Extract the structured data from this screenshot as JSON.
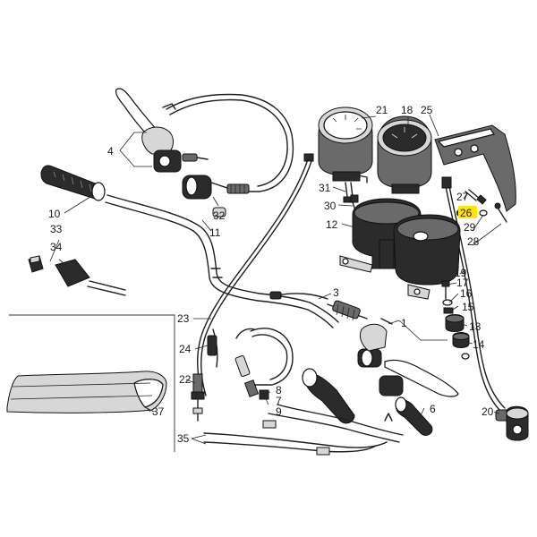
{
  "diagram": {
    "highlight_color": "#ffe600",
    "highlighted_label": "26",
    "callouts": [
      {
        "id": "c1",
        "label": "1"
      },
      {
        "id": "c3",
        "label": "3"
      },
      {
        "id": "c4",
        "label": "4"
      },
      {
        "id": "c6",
        "label": "6"
      },
      {
        "id": "c7",
        "label": "7"
      },
      {
        "id": "c8",
        "label": "8"
      },
      {
        "id": "c9",
        "label": "9"
      },
      {
        "id": "c10",
        "label": "10"
      },
      {
        "id": "c11",
        "label": "11"
      },
      {
        "id": "c12",
        "label": "12"
      },
      {
        "id": "c13",
        "label": "13"
      },
      {
        "id": "c14",
        "label": "14"
      },
      {
        "id": "c15",
        "label": "15"
      },
      {
        "id": "c16",
        "label": "16"
      },
      {
        "id": "c17",
        "label": "17"
      },
      {
        "id": "c18",
        "label": "18"
      },
      {
        "id": "c19",
        "label": "19"
      },
      {
        "id": "c20",
        "label": "20"
      },
      {
        "id": "c21",
        "label": "21"
      },
      {
        "id": "c22",
        "label": "22"
      },
      {
        "id": "c23",
        "label": "23"
      },
      {
        "id": "c24",
        "label": "24"
      },
      {
        "id": "c25",
        "label": "25"
      },
      {
        "id": "c26",
        "label": "26"
      },
      {
        "id": "c27",
        "label": "27"
      },
      {
        "id": "c28",
        "label": "28"
      },
      {
        "id": "c29",
        "label": "29"
      },
      {
        "id": "c30",
        "label": "30"
      },
      {
        "id": "c31",
        "label": "31"
      },
      {
        "id": "c32",
        "label": "32"
      },
      {
        "id": "c33",
        "label": "33"
      },
      {
        "id": "c34",
        "label": "34"
      },
      {
        "id": "c35",
        "label": "35"
      },
      {
        "id": "c37",
        "label": "37"
      }
    ]
  }
}
